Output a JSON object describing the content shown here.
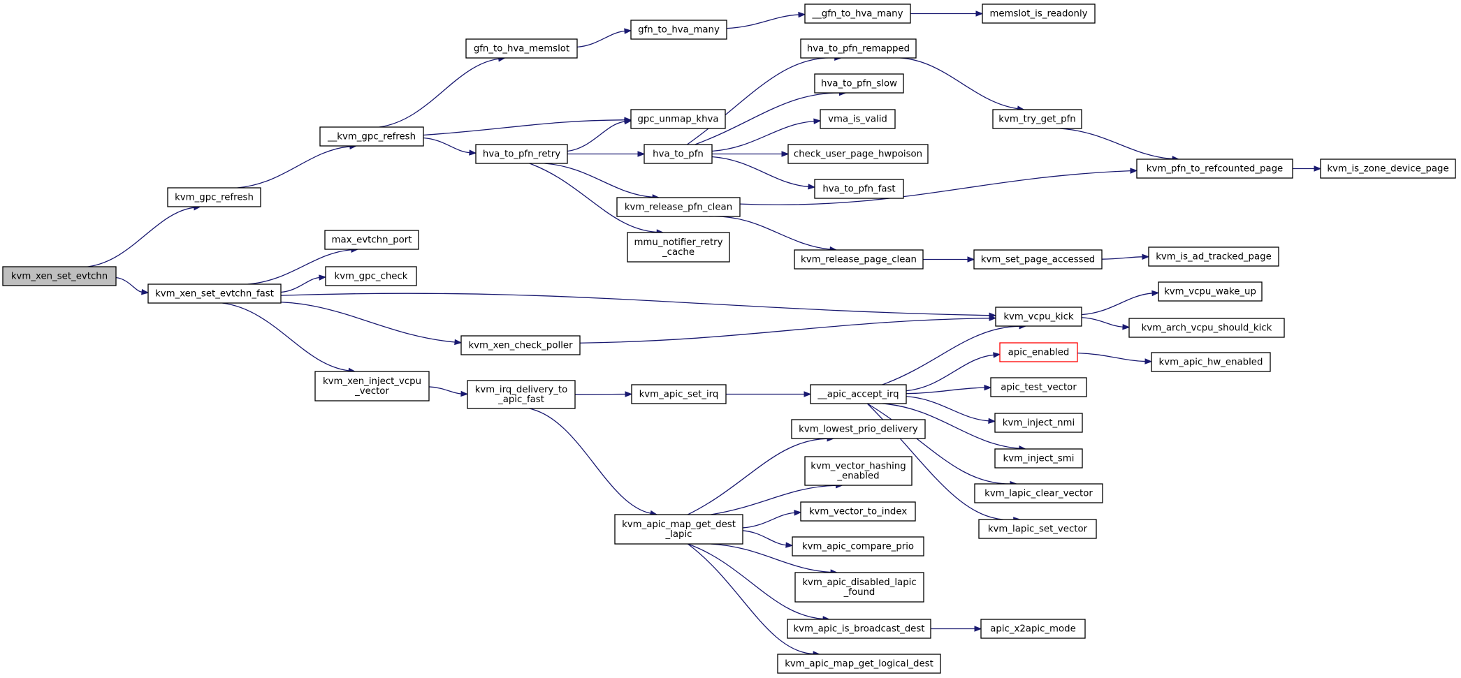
{
  "diagram": {
    "colors": {
      "edge": "#191970",
      "root_fill": "#bfbfbf",
      "node_border": "#000000",
      "highlight_border": "#ff0000"
    },
    "nodes": [
      {
        "id": "n0",
        "lines": [
          "kvm_xen_set_evtchn"
        ],
        "kind": "root"
      },
      {
        "id": "n1",
        "lines": [
          "kvm_gpc_refresh"
        ]
      },
      {
        "id": "n2",
        "lines": [
          "kvm_xen_set_evtchn_fast"
        ]
      },
      {
        "id": "n3",
        "lines": [
          "__kvm_gpc_refresh"
        ]
      },
      {
        "id": "n4",
        "lines": [
          "gfn_to_hva_memslot"
        ]
      },
      {
        "id": "n5",
        "lines": [
          "gfn_to_hva_many"
        ]
      },
      {
        "id": "n6",
        "lines": [
          "__gfn_to_hva_many"
        ]
      },
      {
        "id": "n7",
        "lines": [
          "memslot_is_readonly"
        ]
      },
      {
        "id": "n8",
        "lines": [
          "gpc_unmap_khva"
        ]
      },
      {
        "id": "n9",
        "lines": [
          "hva_to_pfn_retry"
        ]
      },
      {
        "id": "n10",
        "lines": [
          "hva_to_pfn"
        ]
      },
      {
        "id": "n11",
        "lines": [
          "hva_to_pfn_remapped"
        ]
      },
      {
        "id": "n12",
        "lines": [
          "kvm_try_get_pfn"
        ]
      },
      {
        "id": "n13",
        "lines": [
          "kvm_pfn_to_refcounted_page"
        ]
      },
      {
        "id": "n14",
        "lines": [
          "kvm_is_zone_device_page"
        ]
      },
      {
        "id": "n15",
        "lines": [
          "hva_to_pfn_slow"
        ]
      },
      {
        "id": "n16",
        "lines": [
          "vma_is_valid"
        ]
      },
      {
        "id": "n17",
        "lines": [
          "check_user_page_hwpoison"
        ]
      },
      {
        "id": "n18",
        "lines": [
          "hva_to_pfn_fast"
        ]
      },
      {
        "id": "n19",
        "lines": [
          "kvm_release_pfn_clean"
        ]
      },
      {
        "id": "n20",
        "lines": [
          "kvm_release_page_clean"
        ]
      },
      {
        "id": "n21",
        "lines": [
          "kvm_set_page_accessed"
        ]
      },
      {
        "id": "n22",
        "lines": [
          "kvm_is_ad_tracked_page"
        ]
      },
      {
        "id": "n23",
        "lines": [
          "mmu_notifier_retry",
          "_cache"
        ]
      },
      {
        "id": "n24",
        "lines": [
          "max_evtchn_port"
        ]
      },
      {
        "id": "n25",
        "lines": [
          "kvm_gpc_check"
        ]
      },
      {
        "id": "n26",
        "lines": [
          "kvm_vcpu_kick"
        ]
      },
      {
        "id": "n27",
        "lines": [
          "kvm_vcpu_wake_up"
        ]
      },
      {
        "id": "n28",
        "lines": [
          "kvm_arch_vcpu_should_kick"
        ]
      },
      {
        "id": "n29",
        "lines": [
          "kvm_xen_check_poller"
        ]
      },
      {
        "id": "n30",
        "lines": [
          "kvm_xen_inject_vcpu",
          "_vector"
        ]
      },
      {
        "id": "n31",
        "lines": [
          "kvm_irq_delivery_to",
          "_apic_fast"
        ]
      },
      {
        "id": "n32",
        "lines": [
          "kvm_apic_set_irq"
        ]
      },
      {
        "id": "n33",
        "lines": [
          "__apic_accept_irq"
        ]
      },
      {
        "id": "n34",
        "lines": [
          "apic_enabled"
        ],
        "kind": "highlight"
      },
      {
        "id": "n35",
        "lines": [
          "kvm_apic_hw_enabled"
        ]
      },
      {
        "id": "n36",
        "lines": [
          "apic_test_vector"
        ]
      },
      {
        "id": "n37",
        "lines": [
          "kvm_inject_nmi"
        ]
      },
      {
        "id": "n38",
        "lines": [
          "kvm_inject_smi"
        ]
      },
      {
        "id": "n39",
        "lines": [
          "kvm_lapic_clear_vector"
        ]
      },
      {
        "id": "n40",
        "lines": [
          "kvm_lapic_set_vector"
        ]
      },
      {
        "id": "n41",
        "lines": [
          "kvm_apic_map_get_dest",
          "_lapic"
        ]
      },
      {
        "id": "n42",
        "lines": [
          "kvm_lowest_prio_delivery"
        ]
      },
      {
        "id": "n43",
        "lines": [
          "kvm_vector_hashing",
          "_enabled"
        ]
      },
      {
        "id": "n44",
        "lines": [
          "kvm_vector_to_index"
        ]
      },
      {
        "id": "n45",
        "lines": [
          "kvm_apic_compare_prio"
        ]
      },
      {
        "id": "n46",
        "lines": [
          "kvm_apic_disabled_lapic",
          "_found"
        ]
      },
      {
        "id": "n47",
        "lines": [
          "kvm_apic_is_broadcast_dest"
        ]
      },
      {
        "id": "n48",
        "lines": [
          "apic_x2apic_mode"
        ]
      },
      {
        "id": "n49",
        "lines": [
          "kvm_apic_map_get_logical_dest"
        ]
      }
    ],
    "edges": [
      {
        "from": "n0",
        "to": "n1"
      },
      {
        "from": "n0",
        "to": "n2"
      },
      {
        "from": "n1",
        "to": "n3"
      },
      {
        "from": "n3",
        "to": "n4"
      },
      {
        "from": "n3",
        "to": "n8"
      },
      {
        "from": "n3",
        "to": "n9"
      },
      {
        "from": "n4",
        "to": "n5"
      },
      {
        "from": "n5",
        "to": "n6"
      },
      {
        "from": "n6",
        "to": "n7"
      },
      {
        "from": "n9",
        "to": "n8"
      },
      {
        "from": "n9",
        "to": "n10"
      },
      {
        "from": "n9",
        "to": "n19"
      },
      {
        "from": "n9",
        "to": "n23"
      },
      {
        "from": "n10",
        "to": "n11"
      },
      {
        "from": "n10",
        "to": "n15"
      },
      {
        "from": "n10",
        "to": "n16"
      },
      {
        "from": "n10",
        "to": "n17"
      },
      {
        "from": "n10",
        "to": "n18"
      },
      {
        "from": "n11",
        "to": "n12"
      },
      {
        "from": "n12",
        "to": "n13"
      },
      {
        "from": "n13",
        "to": "n14"
      },
      {
        "from": "n19",
        "to": "n13"
      },
      {
        "from": "n19",
        "to": "n20"
      },
      {
        "from": "n20",
        "to": "n21"
      },
      {
        "from": "n21",
        "to": "n22"
      },
      {
        "from": "n2",
        "to": "n24"
      },
      {
        "from": "n2",
        "to": "n25"
      },
      {
        "from": "n2",
        "to": "n26"
      },
      {
        "from": "n2",
        "to": "n29"
      },
      {
        "from": "n2",
        "to": "n30"
      },
      {
        "from": "n26",
        "to": "n27"
      },
      {
        "from": "n26",
        "to": "n28"
      },
      {
        "from": "n29",
        "to": "n26"
      },
      {
        "from": "n30",
        "to": "n31"
      },
      {
        "from": "n31",
        "to": "n32"
      },
      {
        "from": "n31",
        "to": "n41"
      },
      {
        "from": "n32",
        "to": "n33"
      },
      {
        "from": "n33",
        "to": "n26"
      },
      {
        "from": "n33",
        "to": "n34"
      },
      {
        "from": "n33",
        "to": "n36"
      },
      {
        "from": "n33",
        "to": "n37"
      },
      {
        "from": "n33",
        "to": "n38"
      },
      {
        "from": "n33",
        "to": "n39"
      },
      {
        "from": "n33",
        "to": "n40"
      },
      {
        "from": "n34",
        "to": "n35"
      },
      {
        "from": "n41",
        "to": "n42"
      },
      {
        "from": "n41",
        "to": "n43"
      },
      {
        "from": "n41",
        "to": "n44"
      },
      {
        "from": "n41",
        "to": "n45"
      },
      {
        "from": "n41",
        "to": "n46"
      },
      {
        "from": "n41",
        "to": "n47"
      },
      {
        "from": "n41",
        "to": "n49"
      },
      {
        "from": "n47",
        "to": "n48"
      }
    ]
  }
}
